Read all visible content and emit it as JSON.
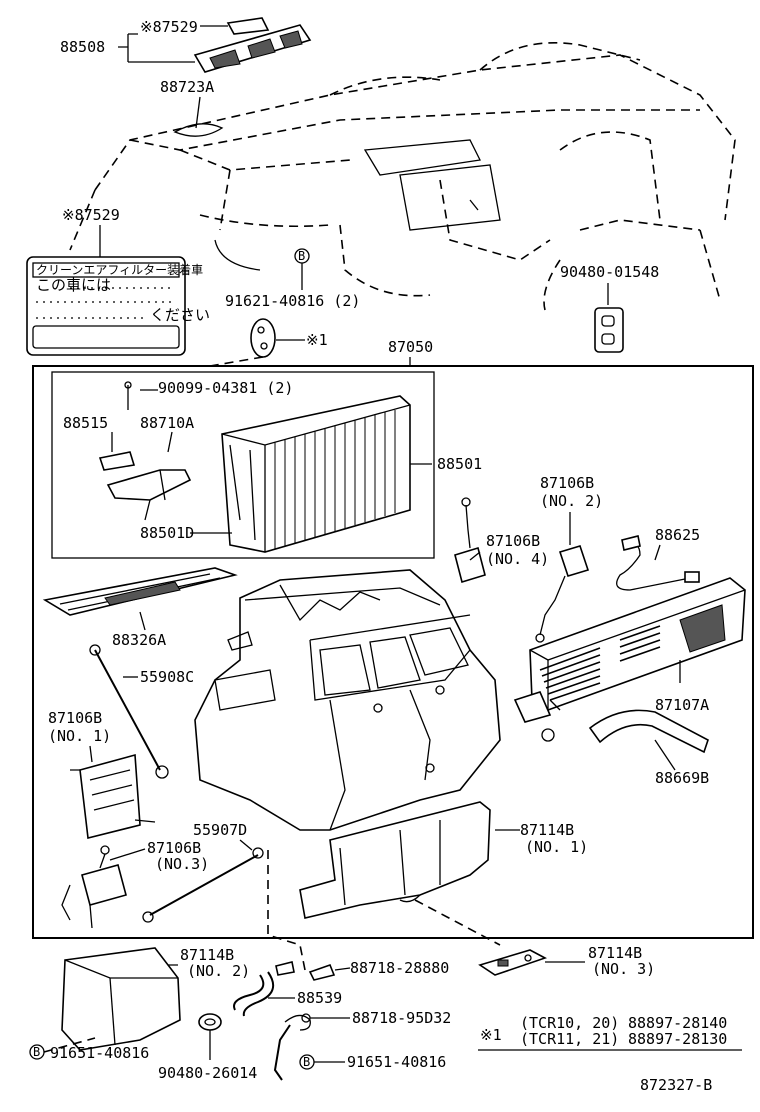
{
  "diagram_id": "872327-B",
  "labels": {
    "filter_star": "※87529",
    "box_88508": "88508",
    "cover_88723A": "88723A",
    "label_star": "※87529",
    "label_sticker_title": "クリーンエアフィルター装着車",
    "label_sticker_line1": "この車には",
    "label_sticker_line2": "ください",
    "screw_91621": "91621-40816 (2)",
    "hole_90480_01548": "90480-01548",
    "note_x1_ref": "※1",
    "unit_87050": "87050",
    "screw_90099": "90099-04381 (2)",
    "p_88515": "88515",
    "p_88710A": "88710A",
    "p_88501": "88501",
    "p_88501D": "88501D",
    "p_87106B_no2": "87106B",
    "p_87106B_no2_sub": "(NO. 2)",
    "p_87106B_no4": "87106B",
    "p_87106B_no4_sub": "(NO. 4)",
    "p_88625": "88625",
    "p_88326A": "88326A",
    "p_55908C": "55908C",
    "p_87107A": "87107A",
    "p_87106B_no1": "87106B",
    "p_87106B_no1_sub": "(NO. 1)",
    "p_88669B": "88669B",
    "p_55907D": "55907D",
    "p_87114B_no1": "87114B",
    "p_87114B_no1_sub": "(NO. 1)",
    "p_87106B_no3": "87106B",
    "p_87106B_no3_sub": "(NO.3)",
    "p_87114B_no2": "87114B",
    "p_87114B_no2_sub": "(NO. 2)",
    "p_88718_28880": "88718-28880",
    "p_87114B_no3": "87114B",
    "p_87114B_no3_sub": "(NO. 3)",
    "p_88539": "88539",
    "p_88718_95D32": "88718-95D32",
    "p_91651_left": "91651-40816",
    "p_90480_26014": "90480-26014",
    "p_91651_right": "91651-40816",
    "circle_b": "B"
  },
  "footnote": {
    "mark": "※1",
    "rows": [
      {
        "model": "(TCR10, 20)",
        "part": "88897-28140"
      },
      {
        "model": "(TCR11, 21)",
        "part": "88897-28130"
      }
    ]
  }
}
